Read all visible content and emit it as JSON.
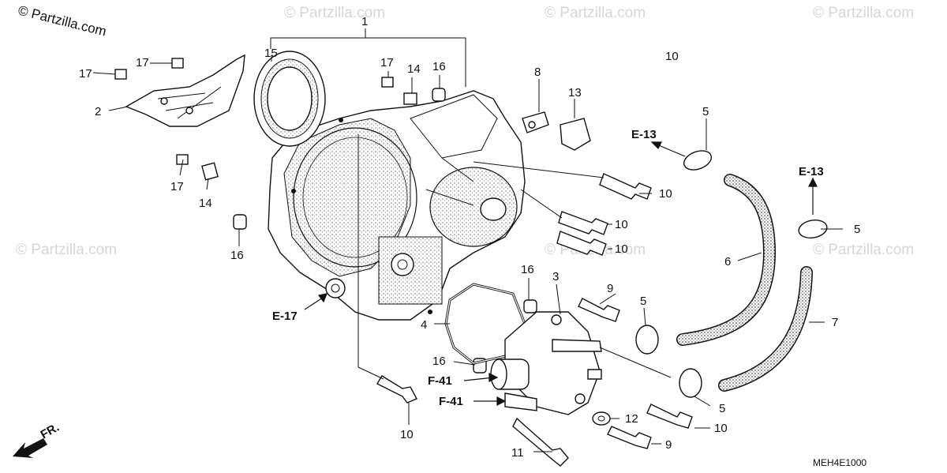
{
  "copyright": "© Partzilla.com",
  "watermark_text": "© Partzilla.com",
  "diagram_code": "MEH4E1000",
  "direction_label": "FR.",
  "reference_labels": {
    "e13_top": "E-13",
    "e13_right": "E-13",
    "e17": "E-17",
    "f41_upper": "F-41",
    "f41_lower": "F-41"
  },
  "callouts": {
    "c1": "1",
    "c2": "2",
    "c3": "3",
    "c4": "4",
    "c5a": "5",
    "c5b": "5",
    "c5c": "5",
    "c5d": "5",
    "c6": "6",
    "c7": "7",
    "c8": "8",
    "c9a": "9",
    "c9b": "9",
    "c10a": "10",
    "c10b": "10",
    "c10c": "10",
    "c10d": "10",
    "c10e": "10",
    "c10f": "10",
    "c11": "11",
    "c12": "12",
    "c13": "13",
    "c14a": "14",
    "c14b": "14",
    "c15": "15",
    "c16a": "16",
    "c16b": "16",
    "c16c": "16",
    "c16d": "16",
    "c17a": "17",
    "c17b": "17",
    "c17c": "17",
    "c17d": "17"
  }
}
